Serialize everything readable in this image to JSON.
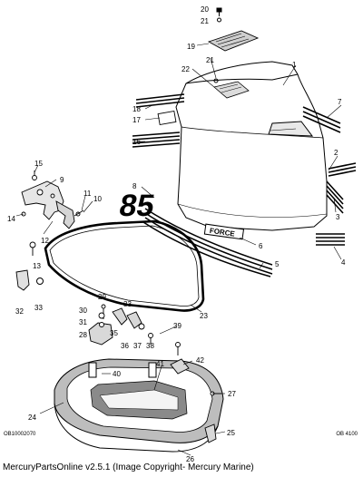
{
  "part_numbers": [
    "1",
    "2",
    "3",
    "4",
    "5",
    "6",
    "7",
    "8",
    "9",
    "10",
    "11",
    "12",
    "13",
    "14",
    "15",
    "16",
    "17",
    "18",
    "19",
    "20",
    "21",
    "21",
    "22",
    "23",
    "24",
    "25",
    "26",
    "27",
    "28",
    "29",
    "30",
    "31",
    "32",
    "33",
    "33",
    "35",
    "36",
    "37",
    "38",
    "39",
    "40",
    "41",
    "42"
  ],
  "decal": {
    "model_text": "85",
    "brand_text": "FORCE"
  },
  "codes": {
    "left": "OB10002070",
    "right": "OB 4100"
  },
  "footer": {
    "copyright": "MercuryPartsOnline v2.5.1 (Image Copyright- Mercury Marine)"
  }
}
